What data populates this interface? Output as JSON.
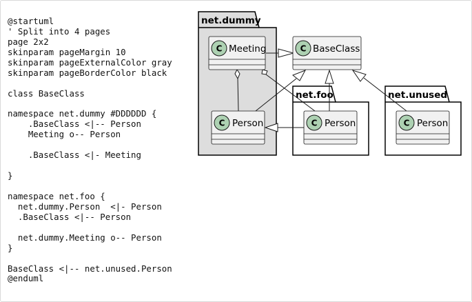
{
  "source_code": {
    "lines": [
      "@startuml",
      "' Split into 4 pages",
      "page 2x2",
      "skinparam pageMargin 10",
      "skinparam pageExternalColor gray",
      "skinparam pageBorderColor black",
      "",
      "class BaseClass",
      "",
      "namespace net.dummy #DDDDDD {",
      "    .BaseClass <|-- Person",
      "    Meeting o-- Person",
      "",
      "    .BaseClass <|- Meeting",
      "",
      "}",
      "",
      "namespace net.foo {",
      "  net.dummy.Person  <|- Person",
      "  .BaseClass <|-- Person",
      "",
      "  net.dummy.Meeting o-- Person",
      "}",
      "",
      "BaseClass <|-- net.unused.Person",
      "@enduml"
    ]
  },
  "diagram": {
    "packages": {
      "net_dummy": {
        "title": "net.dummy",
        "fill": "#DDDDDD"
      },
      "net_foo": {
        "title": "net.foo",
        "fill": "#FFFFFF"
      },
      "net_unused": {
        "title": "net.unused",
        "fill": "#FFFFFF"
      }
    },
    "classes": {
      "meeting": {
        "name": "Meeting",
        "stereotype_glyph": "C"
      },
      "dummy_person": {
        "name": "Person",
        "stereotype_glyph": "C"
      },
      "base_class": {
        "name": "BaseClass",
        "stereotype_glyph": "C"
      },
      "foo_person": {
        "name": "Person",
        "stereotype_glyph": "C"
      },
      "unused_person": {
        "name": "Person",
        "stereotype_glyph": "C"
      }
    },
    "colors": {
      "class_fill": "#F1F1F1",
      "class_border": "#181818",
      "circle_fill": "#ADD1B2",
      "line": "#181818"
    }
  }
}
